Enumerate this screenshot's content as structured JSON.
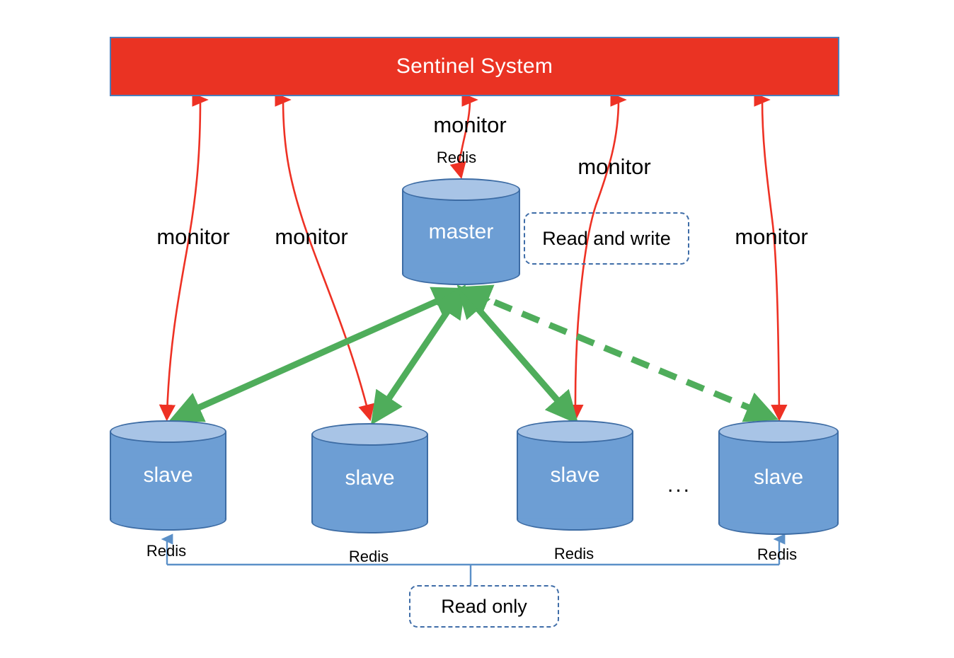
{
  "diagram": {
    "title": "Redis Sentinel System Architecture",
    "background_color": "#ffffff",
    "colors": {
      "sentinel_fill": "#ea3323",
      "sentinel_border": "#4a7ebb",
      "cylinder_body": "#6d9ed4",
      "cylinder_top": "#a8c4e6",
      "cylinder_stroke": "#3d6ca4",
      "monitor_arrow": "#ee3124",
      "replication_arrow": "#4fad5b",
      "read_only_line": "#5b90c8",
      "dashed_box_border": "#3f6da8",
      "label_text": "#000000",
      "node_text": "#ffffff"
    }
  },
  "sentinel": {
    "label": "Sentinel System"
  },
  "master": {
    "label": "master",
    "engine_label": "Redis",
    "monitor_label": "monitor"
  },
  "slaves": [
    {
      "label": "slave",
      "engine_label": "Redis"
    },
    {
      "label": "slave",
      "engine_label": "Redis"
    },
    {
      "label": "slave",
      "engine_label": "Redis"
    },
    {
      "label": "slave",
      "engine_label": "Redis"
    }
  ],
  "ellipsis": "...",
  "monitor_labels": [
    {
      "text": "monitor"
    },
    {
      "text": "monitor"
    },
    {
      "text": "monitor"
    },
    {
      "text": "monitor"
    }
  ],
  "annotations": {
    "read_and_write": "Read and write",
    "read_only": "Read only"
  },
  "icons": {
    "monitor_arrow": "double-headed-arrow-icon",
    "replication_arrow": "replication-arrow-icon",
    "replication_arrow_dashed": "replication-arrow-dashed-icon",
    "read_only_bracket": "bracket-connector-icon"
  }
}
